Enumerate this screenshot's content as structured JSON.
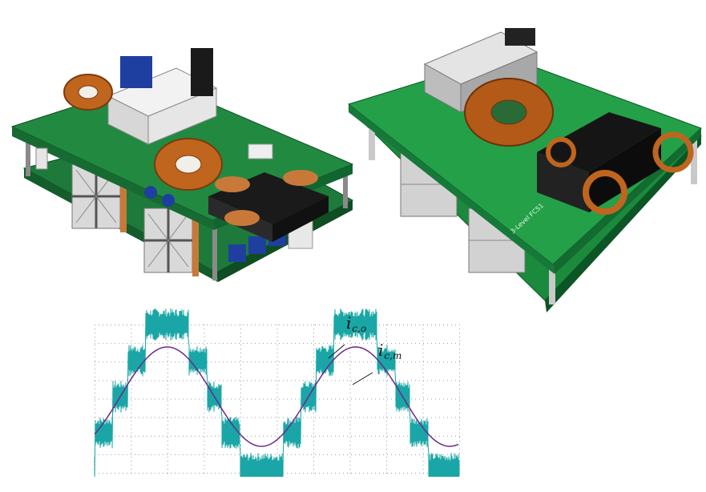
{
  "figure": {
    "panels": [
      {
        "id": "cad-render",
        "description_name": "cad-model"
      },
      {
        "id": "photo",
        "description_name": "hardware-photo"
      },
      {
        "id": "oscilloscope",
        "description_name": "scope-waveform"
      }
    ],
    "photo_board_text": "3-Level FC51",
    "scope": {
      "label_outer": {
        "main": "i",
        "sub": "c,o"
      },
      "label_mid": {
        "main": "i",
        "sub": "c,m"
      },
      "colors": {
        "trace_outer": "#1aa6a6",
        "trace_mid": "#6b2a8c",
        "grid": "#9a9a9a"
      }
    }
  }
}
